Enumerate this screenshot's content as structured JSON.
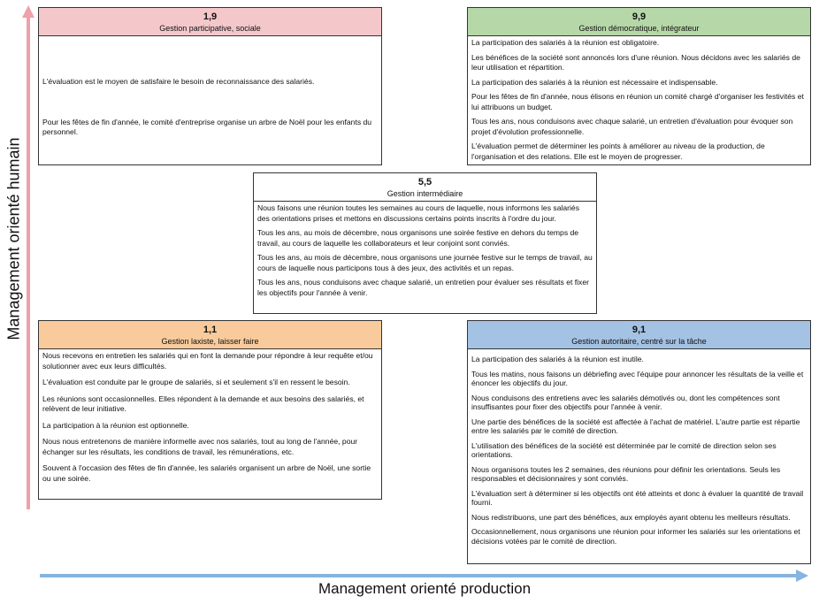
{
  "axes": {
    "y_label": "Management orienté humain",
    "x_label": "Management orienté production",
    "y_color": "#f0a0a8",
    "x_color": "#86b4e0"
  },
  "boxes": {
    "b19": {
      "code": "1,9",
      "title": "Gestion participative, sociale",
      "header_color": "#f4c7cb",
      "items": [
        "L'évaluation est le moyen de satisfaire le besoin de reconnaissance des salariés.",
        "Pour les fêtes de fin d'année, le comité d'entreprise organise un arbre de Noël pour les enfants du personnel."
      ]
    },
    "b99": {
      "code": "9,9",
      "title": "Gestion démocratique, intégrateur",
      "header_color": "#b6d7a8",
      "items": [
        "La participation des salariés à la réunion est obligatoire.",
        "Les bénéfices de la société sont annoncés lors d'une réunion. Nous décidons avec les salariés de leur utilisation et répartition.",
        "La participation des salariés à la réunion est nécessaire et indispensable.",
        "Pour les fêtes de fin d'année, nous élisons en réunion un comité chargé d'organiser les festivités et lui attribuons un budget.",
        "Tous les ans, nous conduisons avec chaque salarié, un entretien d'évaluation pour évoquer son projet d'évolution professionnelle.",
        "L'évaluation permet de déterminer les points à améliorer au niveau de la production, de l'organisation et des relations. Elle est le moyen de progresser."
      ]
    },
    "b55": {
      "code": "5,5",
      "title": "Gestion intermédiaire",
      "header_color": "#ffffff",
      "items": [
        "Nous faisons une réunion toutes les semaines au cours de laquelle, nous informons les salariés des orientations prises et mettons en discussions certains points inscrits à l'ordre du jour.",
        "Tous les ans, au mois de décembre, nous organisons une soirée festive en dehors du temps de travail, au cours de laquelle les collaborateurs et leur conjoint sont conviés.",
        "Tous les ans, au mois de décembre, nous organisons une journée festive sur le temps de travail, au cours de laquelle nous participons tous à des jeux, des activités et un repas.",
        "Tous les ans, nous conduisons avec chaque salarié, un entretien pour évaluer ses résultats et fixer les objectifs pour l'année à venir."
      ]
    },
    "b11": {
      "code": "1,1",
      "title": "Gestion laxiste, laisser faire",
      "header_color": "#f9cb9c",
      "items": [
        "Nous recevons en entretien les salariés qui en font la demande pour répondre à leur requête et/ou solutionner avec eux leurs difficultés.",
        "L'évaluation est conduite par le groupe de salariés, si et seulement s'il en ressent le besoin.",
        "Les réunions sont occasionnelles. Elles répondent à la demande et aux besoins des salariés, et relèvent de leur initiative.",
        "La participation à la réunion est optionnelle.",
        "Nous nous entretenons de manière informelle avec nos salariés, tout au long de l'année, pour échanger sur les résultats, les conditions de travail, les rémunérations, etc.",
        "Souvent à l'occasion des fêtes de fin d'année, les salariés organisent un arbre de Noël, une sortie ou une soirée."
      ]
    },
    "b91": {
      "code": "9,1",
      "title": "Gestion autoritaire, centré sur la tâche",
      "header_color": "#a4c2e4",
      "items": [
        "La participation des salariés à la réunion est inutile.",
        "Tous les matins, nous faisons un débriefing avec l'équipe pour annoncer les résultats de la veille et énoncer les objectifs du jour.",
        "Nous conduisons des entretiens avec les salariés démotivés ou, dont les compétences sont insuffisantes pour fixer des objectifs pour l'année à venir.",
        "Une partie des bénéfices de la société est affectée à l'achat de matériel. L'autre partie est répartie entre les salariés par le comité de direction.",
        "L'utilisation des bénéfices de la société est déterminée par le comité de direction selon ses orientations.",
        "Nous organisons toutes les 2 semaines, des réunions pour définir les orientations. Seuls les responsables et décisionnaires y sont conviés.",
        "L'évaluation sert à déterminer si les objectifs ont été atteints et donc à évaluer la quantité de travail fourni.",
        "Nous redistribuons, une part des bénéfices, aux employés ayant obtenu les meilleurs résultats.",
        "Occasionnellement, nous organisons une réunion pour informer les salariés sur les orientations et décisions votées par le comité de direction."
      ]
    }
  }
}
